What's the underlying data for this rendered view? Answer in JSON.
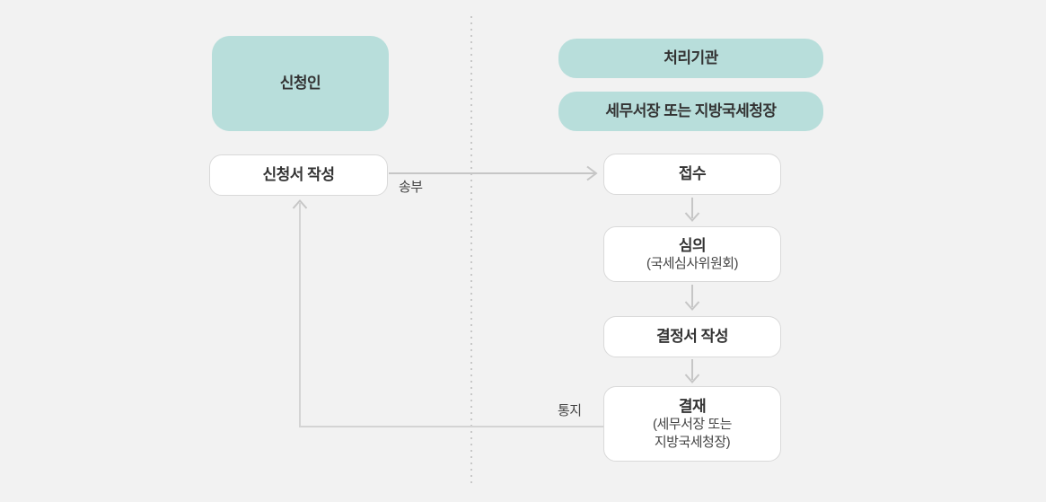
{
  "colors": {
    "background": "#f2f2f2",
    "accent_teal": "#b8dedb",
    "white_box_border": "#d9d9d9",
    "connector_line": "#c6c6c6",
    "title_text": "#333333",
    "body_text": "#444444"
  },
  "diagram": {
    "left_lane": {
      "header": "신청인",
      "steps": [
        {
          "title": "신청서 작성"
        }
      ]
    },
    "right_lane": {
      "header": "처리기관",
      "subheader": "세무서장 또는 지방국세청장",
      "steps": [
        {
          "title": "접수"
        },
        {
          "title": "심의",
          "subtitle": "(국세심사위원회)"
        },
        {
          "title": "결정서 작성"
        },
        {
          "title": "결재",
          "subtitle_line1": "(세무서장 또는",
          "subtitle_line2": "지방국세청장)"
        }
      ]
    },
    "edges": {
      "send_label": "송부",
      "notify_label": "통지"
    }
  }
}
